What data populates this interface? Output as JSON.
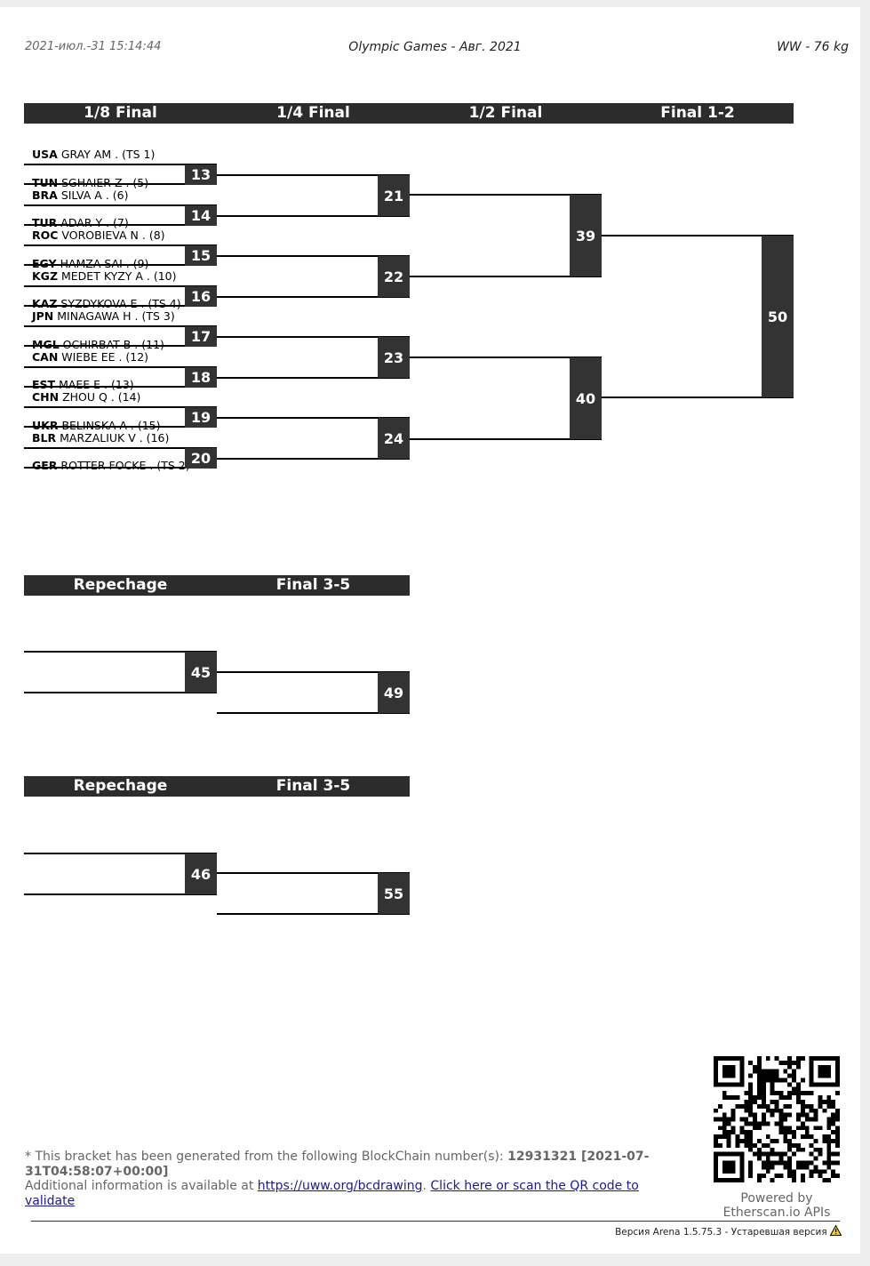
{
  "header": {
    "timestamp": "2021-июл.-31 15:14:44",
    "event": "Olympic Games - Авг. 2021",
    "category": "WW - 76 kg"
  },
  "rounds": {
    "r16": "1/8 Final",
    "qf": "1/4 Final",
    "sf": "1/2 Final",
    "final": "Final 1-2"
  },
  "athletes": [
    {
      "country": "USA",
      "name": "GRAY AM . (TS 1)"
    },
    {
      "country": "TUN",
      "name": "SGHAIER Z . (5)"
    },
    {
      "country": "BRA",
      "name": "SILVA A . (6)"
    },
    {
      "country": "TUR",
      "name": "ADAR Y . (7)"
    },
    {
      "country": "ROC",
      "name": "VOROBIEVA N . (8)"
    },
    {
      "country": "EGY",
      "name": "HAMZA SAI . (9)"
    },
    {
      "country": "KGZ",
      "name": "MEDET KYZY A . (10)"
    },
    {
      "country": "KAZ",
      "name": "SYZDYKOVA E . (TS 4)"
    },
    {
      "country": "JPN",
      "name": "MINAGAWA H . (TS 3)"
    },
    {
      "country": "MGL",
      "name": "OCHIRBAT B . (11)"
    },
    {
      "country": "CAN",
      "name": "WIEBE EE . (12)"
    },
    {
      "country": "EST",
      "name": "MAEE E . (13)"
    },
    {
      "country": "CHN",
      "name": "ZHOU Q . (14)"
    },
    {
      "country": "UKR",
      "name": "BELINSKA A . (15)"
    },
    {
      "country": "BLR",
      "name": "MARZALIUK V . (16)"
    },
    {
      "country": "GER",
      "name": "ROTTER FOCKE . (TS 2)"
    }
  ],
  "bouts": {
    "r16": [
      "13",
      "14",
      "15",
      "16",
      "17",
      "18",
      "19",
      "20"
    ],
    "qf": [
      "21",
      "22",
      "23",
      "24"
    ],
    "sf": [
      "39",
      "40"
    ],
    "final": "50",
    "rep1": "45",
    "rep1_final": "49",
    "rep2": "46",
    "rep2_final": "55"
  },
  "repechage": {
    "label": "Repechage",
    "final_label": "Final 3-5"
  },
  "footer": {
    "line1_prefix": "* This bracket has been generated from the following BlockChain number(s): ",
    "blockchain": "12931321 [2021-07-31T04:58:07+00:00]",
    "line2_prefix": "Additional information is available at ",
    "link": "https://uww.org/bcdrawing",
    "line2_sep": ". ",
    "validate": "Click here or scan the QR code to validate",
    "powered": "Powered by",
    "etherscan": "Etherscan.io APIs",
    "version": "Версия Arena 1.5.75.3 - Устаревшая версия",
    "warning_icon": "warning-triangle-icon"
  }
}
